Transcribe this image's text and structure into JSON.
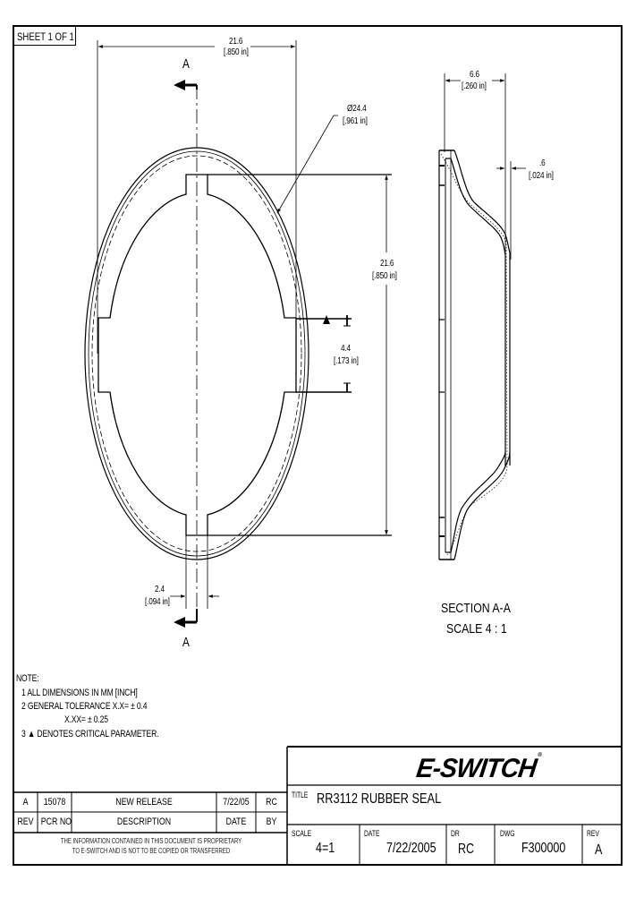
{
  "sheet": {
    "label": "SHEET 1 OF 1"
  },
  "front_view": {
    "width_dim": {
      "mm": "21.6",
      "inch": "[.850 in]"
    },
    "diameter_dim": {
      "mm": "Ø24.4",
      "inch": "[.961 in]"
    },
    "height_dim": {
      "mm": "21.6",
      "inch": "[.850 in]"
    },
    "notch_dim": {
      "mm": "4.4",
      "inch": "[.173 in]"
    },
    "slot_dim": {
      "mm": "2.4",
      "inch": "[.094 in]"
    },
    "section_label_top": "A",
    "section_label_bottom": "A"
  },
  "section_view": {
    "depth_dim": {
      "mm": "6.6",
      "inch": "[.260 in]"
    },
    "thickness_dim": {
      "mm": ".6",
      "inch": "[.024 in]"
    },
    "caption_line1": "SECTION  A-A",
    "caption_line2": "SCALE 4 : 1"
  },
  "notes": {
    "heading": "NOTE:",
    "items": [
      "1  ALL DIMENSIONS IN MM [INCH]",
      "2  GENERAL TOLERANCE  X.X= ± 0.4",
      "X.XX= ± 0.25",
      "3  ▲ DENOTES CRITICAL PARAMETER."
    ]
  },
  "revision_table": {
    "rows": [
      {
        "rev": "A",
        "pcr_no": "15078",
        "description": "NEW RELEASE",
        "date": "7/22/05",
        "by": "RC"
      }
    ],
    "headers": {
      "rev": "REV",
      "pcr_no": "PCR NO",
      "description": "DESCRIPTION",
      "date": "DATE",
      "by": "BY"
    },
    "proprietary_line1": "THE INFORMATION CONTAINED IN THIS DOCUMENT IS PROPRIETARY",
    "proprietary_line2": "TO E-SWITCH AND IS NOT TO BE COPIED OR TRANSFERRED"
  },
  "title_block": {
    "logo": "E-SWITCH",
    "logo_mark": "®",
    "title_label": "TITLE",
    "title": "RR3112 RUBBER SEAL",
    "scale_label": "SCALE",
    "scale": "4=1",
    "date_label": "DATE",
    "date": "7/22/2005",
    "dr_label": "DR",
    "dr": "RC",
    "dwg_label": "DWG",
    "dwg": "F300000",
    "rev_label": "REV",
    "rev": "A"
  }
}
